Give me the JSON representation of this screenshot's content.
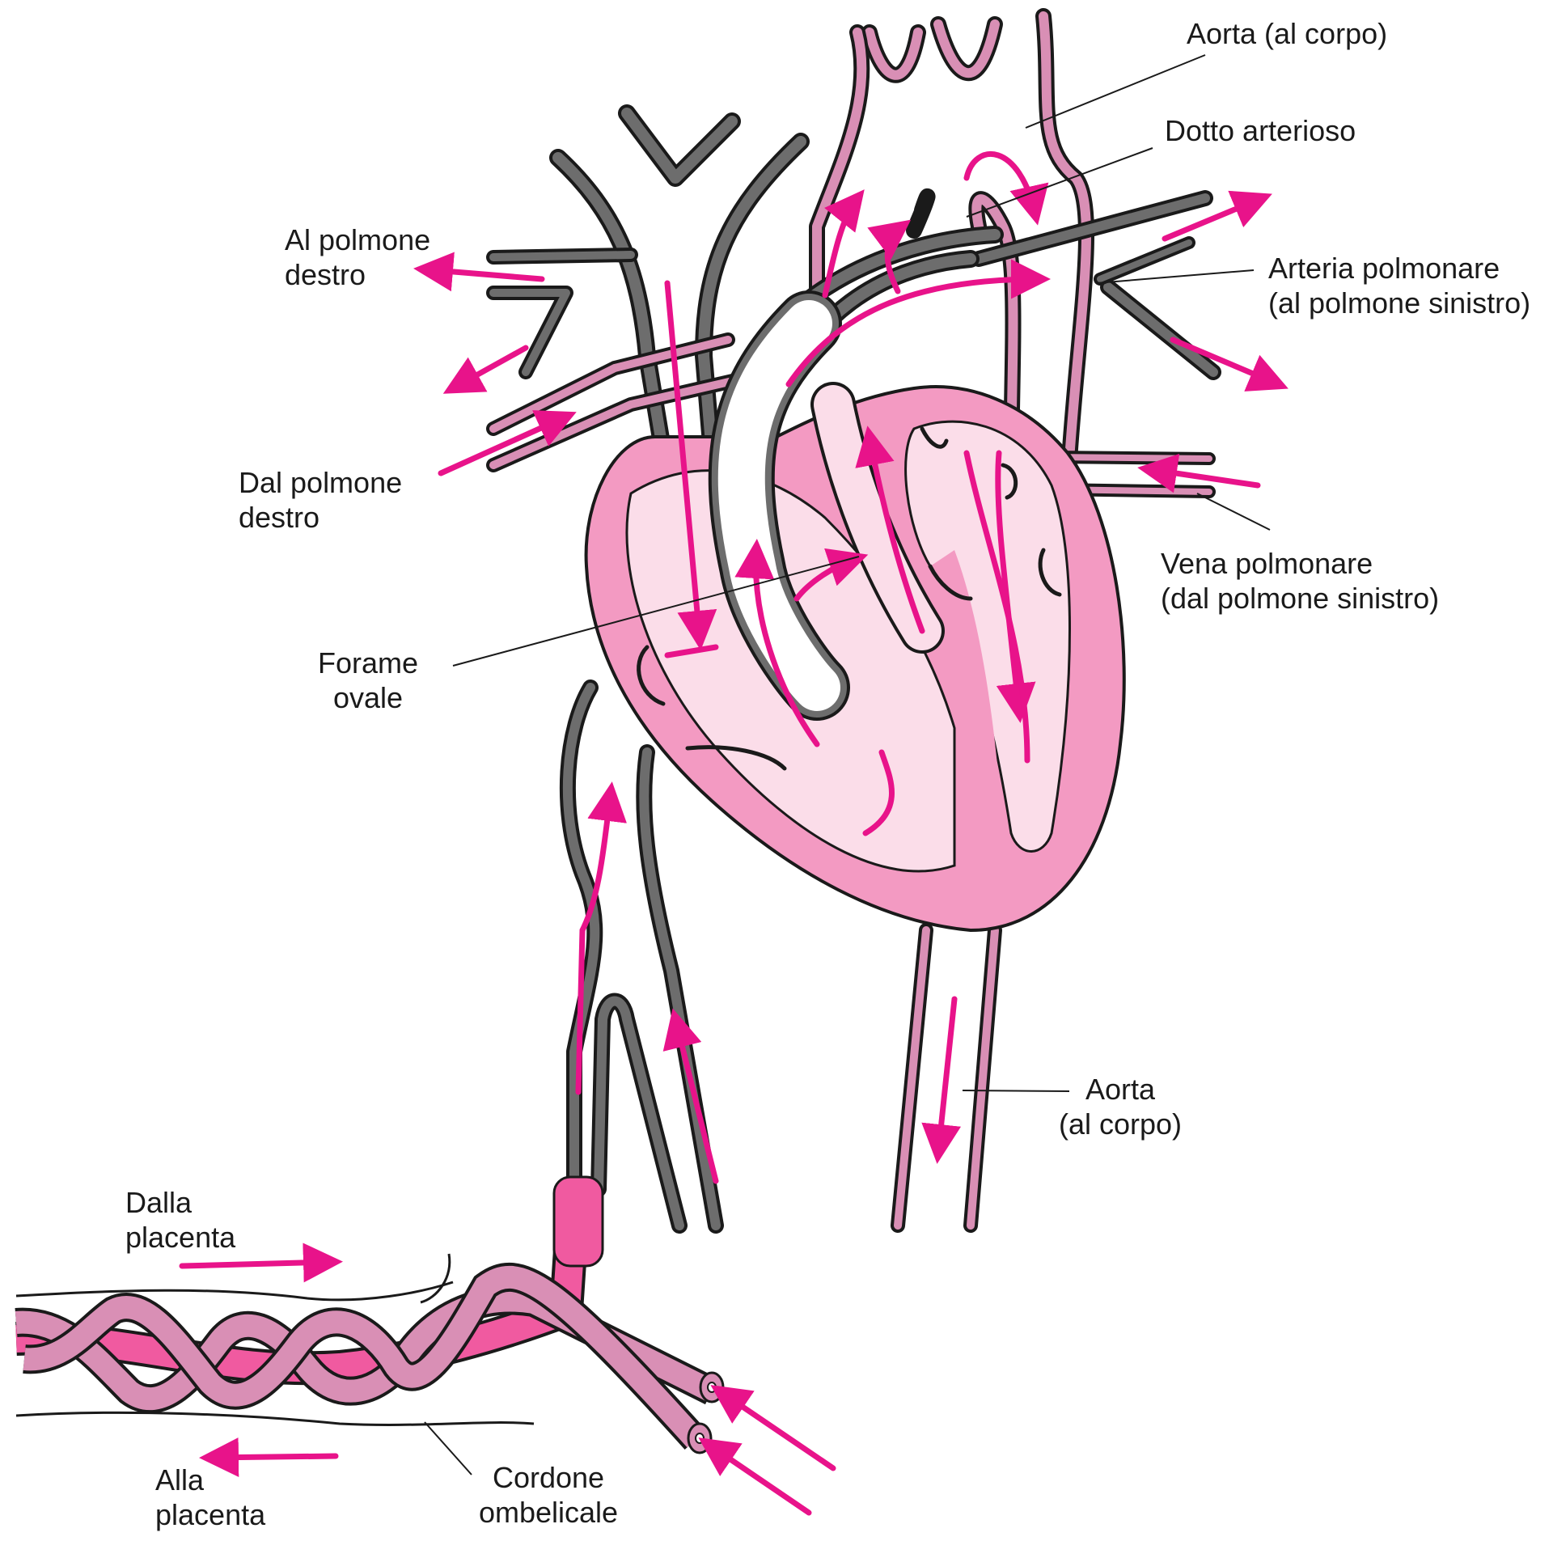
{
  "labels": {
    "aorta_top": "Aorta (al corpo)",
    "dotto": "Dotto arterioso",
    "arteria_polmonare": [
      "Arteria polmonare",
      "(al polmone sinistro)"
    ],
    "al_polmone_destro": [
      "Al polmone",
      "destro"
    ],
    "dal_polmone_destro": [
      "Dal polmone",
      "destro"
    ],
    "vena_polmonare": [
      "Vena polmonare",
      "(dal polmone sinistro)"
    ],
    "forame_ovale": [
      "Forame",
      "ovale"
    ],
    "aorta_bottom": [
      "Aorta",
      "(al corpo)"
    ],
    "dalla_placenta": [
      "Dalla",
      "placenta"
    ],
    "alla_placenta": [
      "Alla",
      "placenta"
    ],
    "cordone": [
      "Cordone",
      "ombelicale"
    ]
  },
  "colors": {
    "arrow": "#e8138a",
    "heart_outer": "#f39ac2",
    "heart_inner": "#fbdde9",
    "heart_mid": "#f7bcd5",
    "vessel_gray": "#6d6d6d",
    "vessel_pink": "#d98fb5",
    "cord_vein": "#f05aa0",
    "cord_artery": "#d98fb5",
    "outline": "#1a1a1a"
  }
}
